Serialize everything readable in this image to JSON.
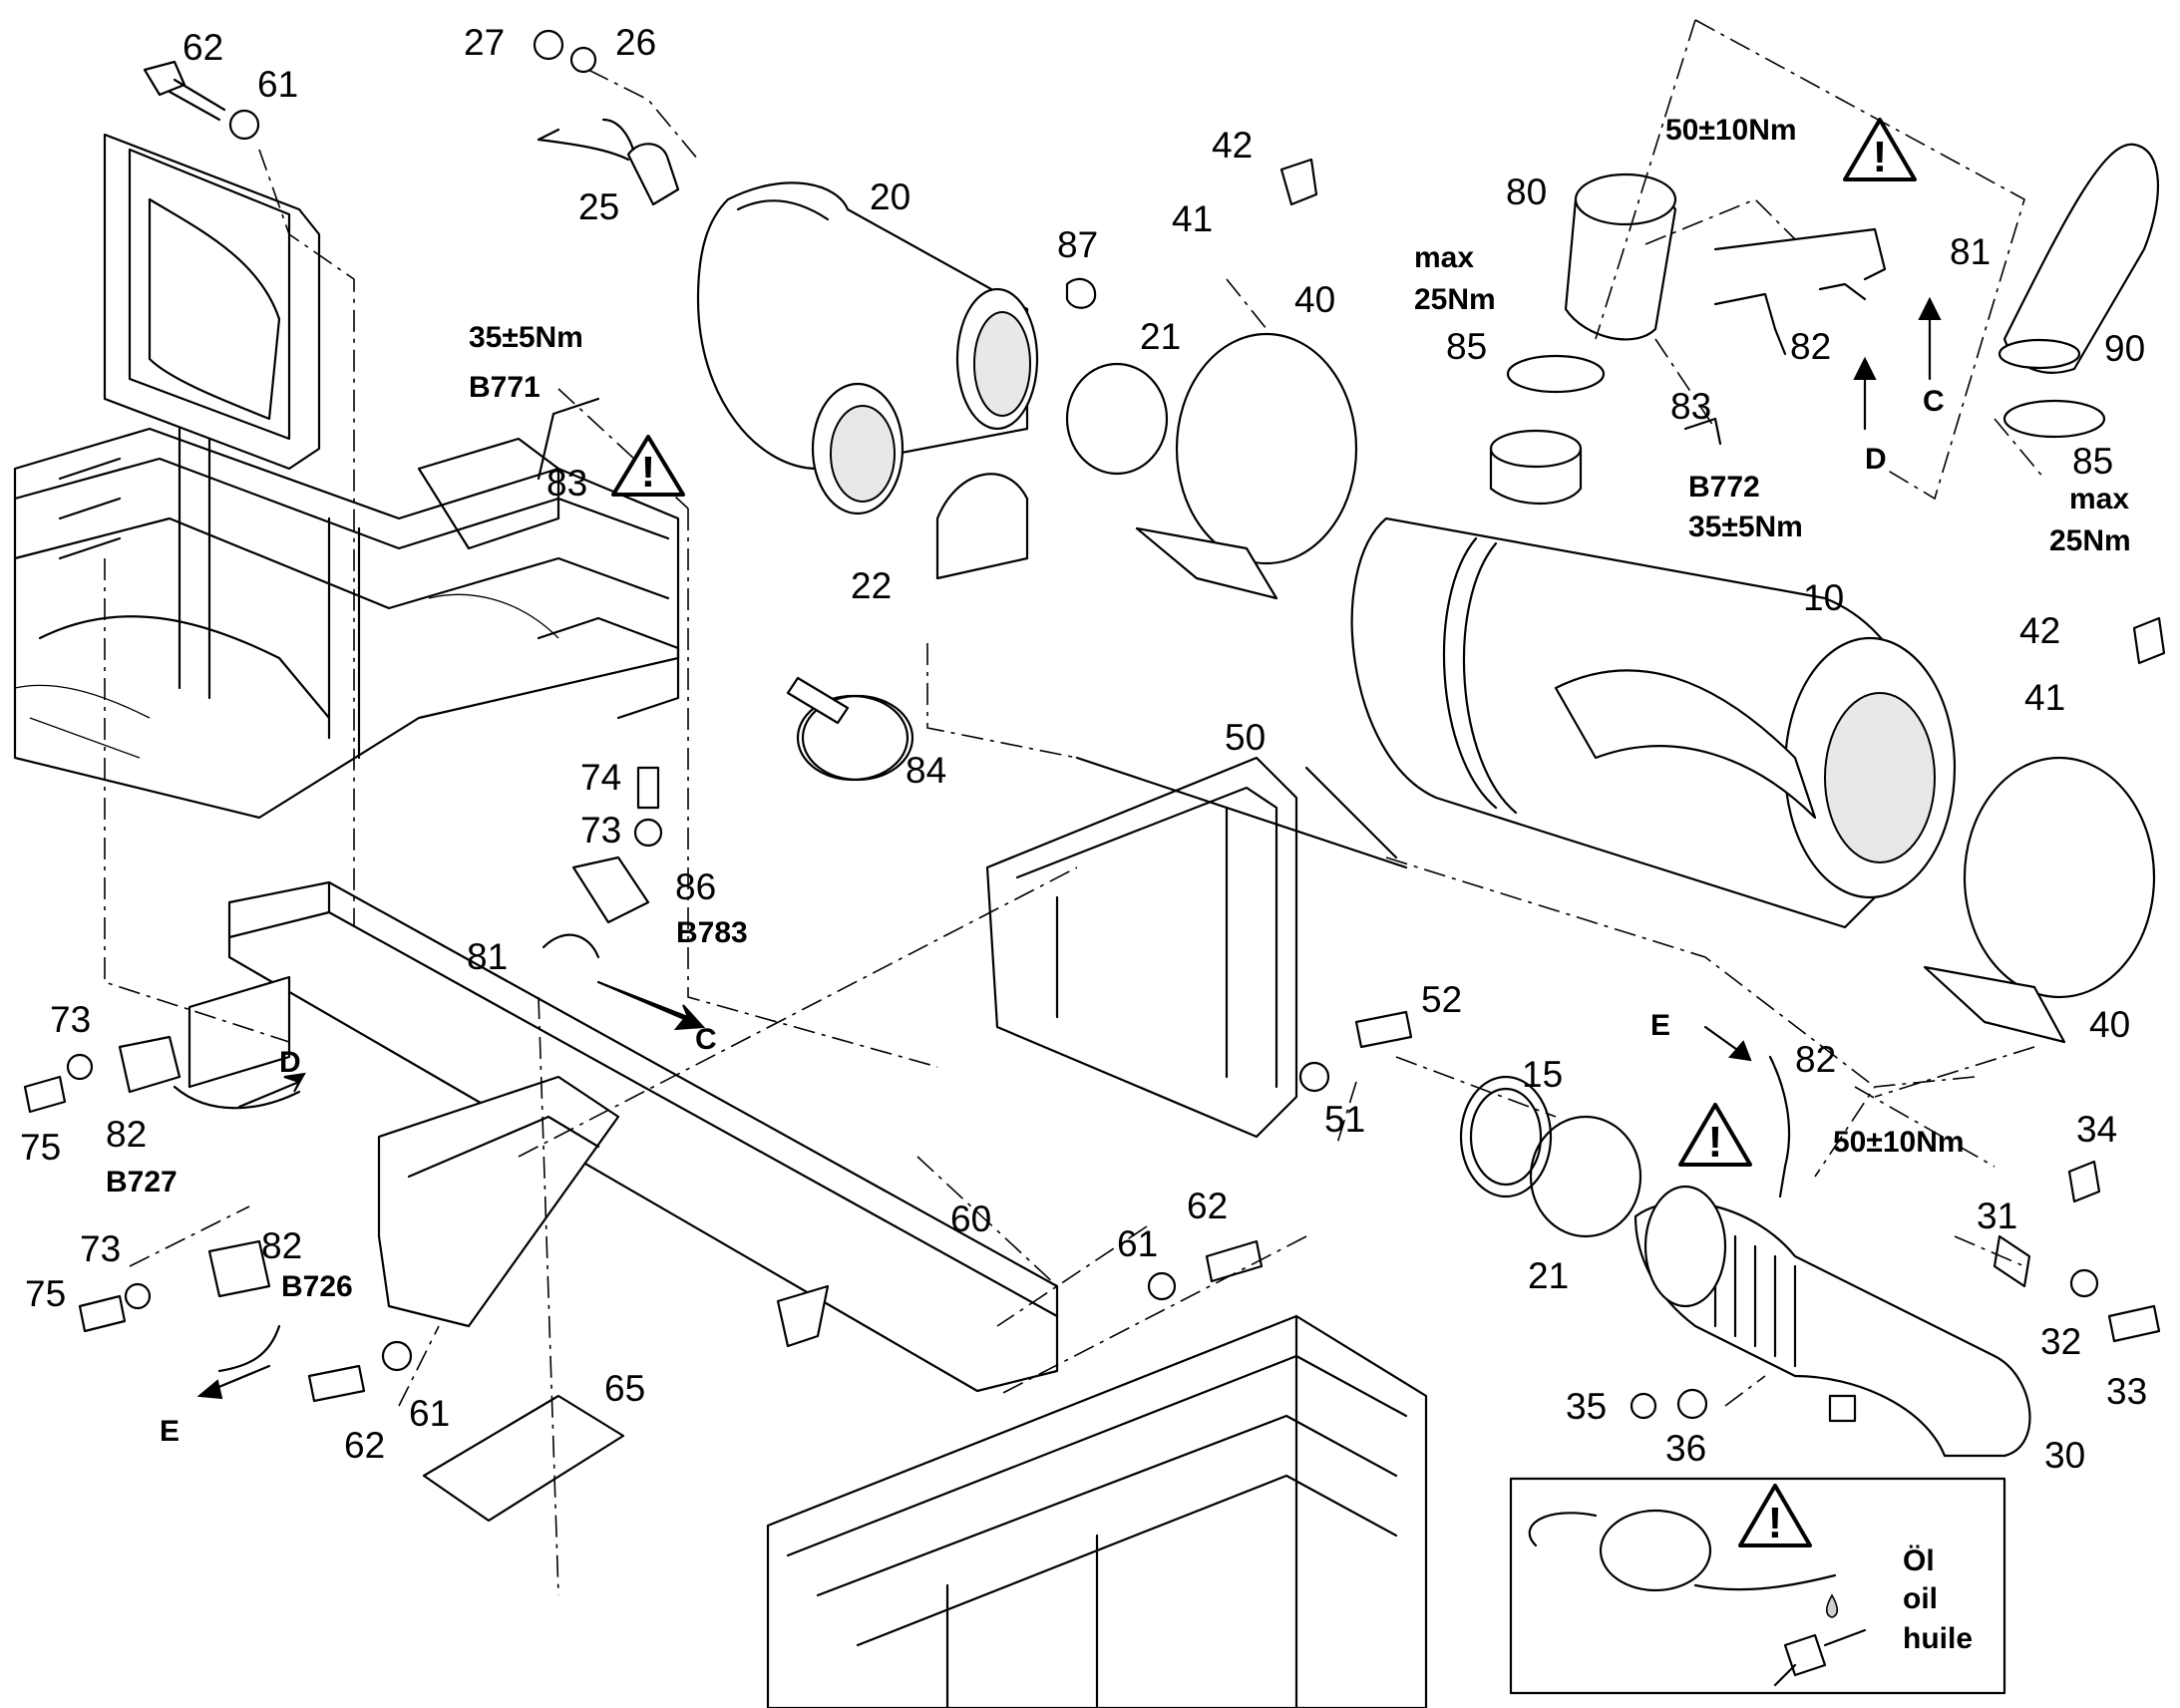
{
  "diagram": {
    "part_labels": {
      "p62a": "62",
      "p61a": "61",
      "p27": "27",
      "p26": "26",
      "p25": "25",
      "p20": "20",
      "p87": "87",
      "p42a": "42",
      "p41a": "41",
      "p40a": "40",
      "p21a": "21",
      "p22": "22",
      "p83a": "83",
      "p80": "80",
      "p85a": "85",
      "p81a": "81",
      "p82a": "82",
      "p83b": "83",
      "p90": "90",
      "p85b": "85",
      "p10": "10",
      "p42b": "42",
      "p41b": "41",
      "p84": "84",
      "p50": "50",
      "p74": "74",
      "p73a": "73",
      "p86": "86",
      "p81b": "81",
      "p73b": "73",
      "p75a": "75",
      "p82b": "82",
      "p40b": "40",
      "p52": "52",
      "p51": "51",
      "p15": "15",
      "p82c": "82",
      "p34": "34",
      "p31": "31",
      "p21b": "21",
      "p60": "60",
      "p62b": "62",
      "p61b": "61",
      "p73c": "73",
      "p75b": "75",
      "p82d": "82",
      "p32": "32",
      "p33": "33",
      "p35": "35",
      "p36": "36",
      "p30": "30",
      "p62c": "62",
      "p61c": "61",
      "p65": "65"
    },
    "bold_labels": {
      "torque_35_a": "35±5Nm",
      "sensor_b771": "B771",
      "torque_50_a": "50±10Nm",
      "max_a": "max",
      "max25_a": "25Nm",
      "sensor_b772": "B772",
      "torque_35_b": "35±5Nm",
      "max_b": "max",
      "max25_b": "25Nm",
      "sensor_b783": "B783",
      "sensor_b727": "B727",
      "sensor_b726": "B726",
      "torque_50_b": "50±10Nm",
      "conn_c1": "C",
      "conn_c2": "C",
      "conn_d1": "D",
      "conn_d2": "D",
      "conn_e1": "E",
      "conn_e2": "E"
    },
    "warning_symbol": "!",
    "warning_icon": "warning-triangle-icon",
    "oil_note": {
      "de": "Öl",
      "en": "oil",
      "fr": "huile"
    }
  }
}
